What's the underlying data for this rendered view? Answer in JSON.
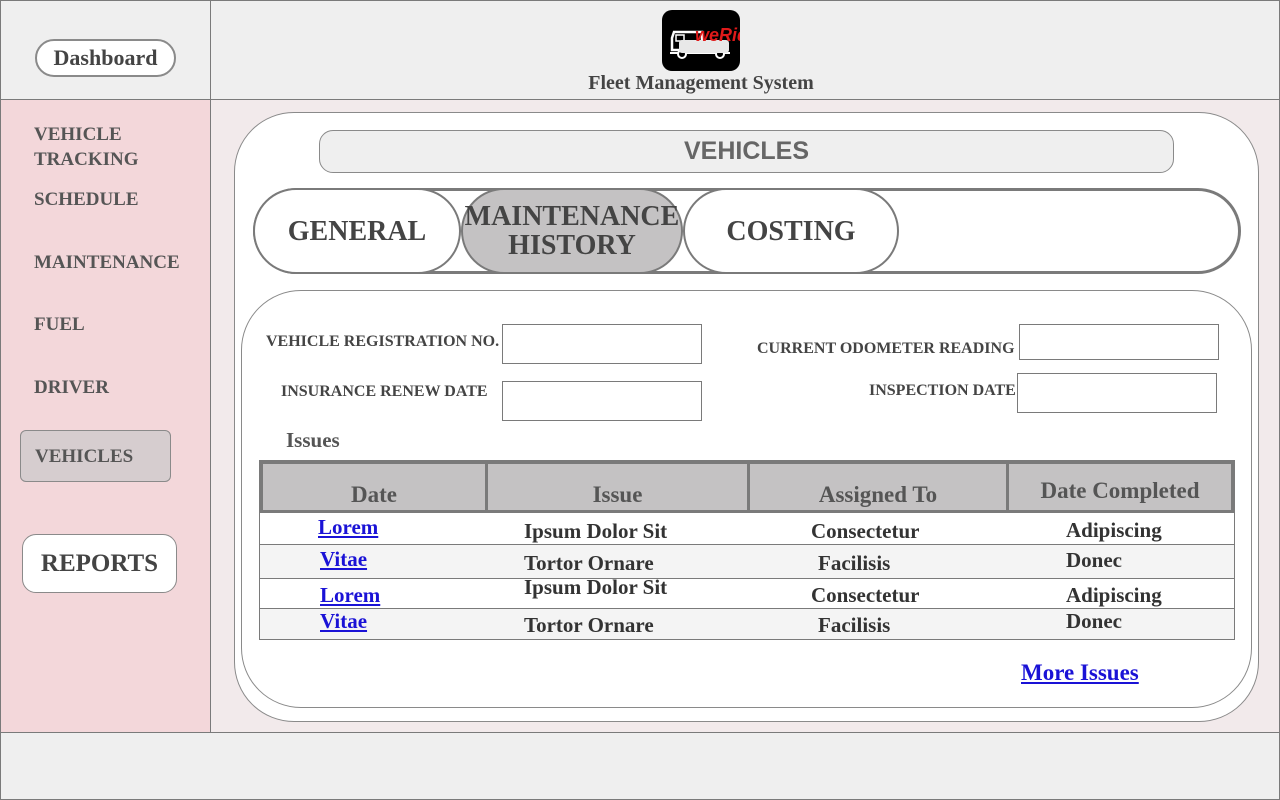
{
  "header": {
    "dashboard_label": "Dashboard",
    "logo_text": "weRide",
    "title": "Fleet Management System"
  },
  "sidebar": {
    "items": [
      {
        "label": "VEHICLE TRACKING"
      },
      {
        "label": "SCHEDULE"
      },
      {
        "label": "MAINTENANCE"
      },
      {
        "label": "FUEL"
      },
      {
        "label": "DRIVER"
      },
      {
        "label": "VEHICLES",
        "active": true
      }
    ],
    "reports_label": "REPORTS"
  },
  "main": {
    "section_title": "VEHICLES",
    "tabs": [
      {
        "label": "GENERAL"
      },
      {
        "label": "MAINTENANCE HISTORY",
        "active": true
      },
      {
        "label": "COSTING"
      }
    ],
    "fields": {
      "registration_label": "VEHICLE REGISTRATION NO.",
      "registration_value": "",
      "odometer_label": "CURRENT ODOMETER READING",
      "odometer_value": "",
      "insurance_label": "INSURANCE RENEW DATE",
      "insurance_value": "",
      "inspection_label": "INSPECTION DATE",
      "inspection_value": ""
    },
    "issues_label": "Issues",
    "table": {
      "headers": [
        "Date",
        "Issue",
        "Assigned To",
        "Date Completed"
      ],
      "rows": [
        [
          "Lorem",
          "Ipsum Dolor Sit",
          "Consectetur",
          "Adipiscing"
        ],
        [
          "Vitae",
          "Tortor Ornare",
          "Facilisis",
          "Donec"
        ],
        [
          "Lorem",
          "Ipsum Dolor Sit",
          "Consectetur",
          "Adipiscing"
        ],
        [
          "Vitae",
          "Tortor Ornare",
          "Facilisis",
          "Donec"
        ]
      ]
    },
    "more_issues_label": "More Issues"
  },
  "colors": {
    "sidebar_bg": "#f3d7da",
    "active_tab_bg": "#c4c2c3",
    "link": "#1a12d6",
    "logo_text": "#e01a1a"
  }
}
